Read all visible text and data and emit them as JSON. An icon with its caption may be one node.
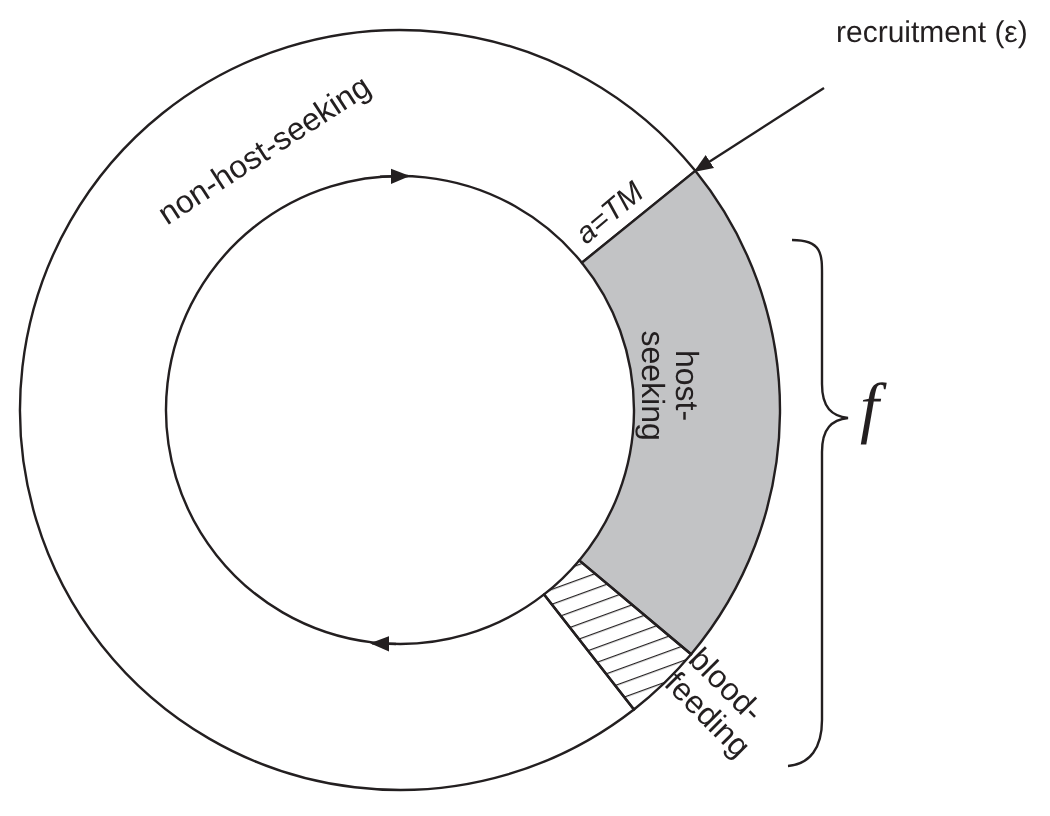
{
  "diagram": {
    "nodes": [
      {
        "text": [
          "recruitment (ε)"
        ]
      },
      {
        "text": [
          "non-host-seeking"
        ]
      },
      {
        "text": [
          "host-seeking"
        ]
      },
      {
        "text": [],
        "shape": "box",
        "beside": [
          "blood-feeding"
        ]
      }
    ],
    "edges": [
      {
        "from": 0,
        "to": 2,
        "arrow": "to"
      }
    ],
    "labels": [
      "a=TM",
      "f"
    ]
  }
}
